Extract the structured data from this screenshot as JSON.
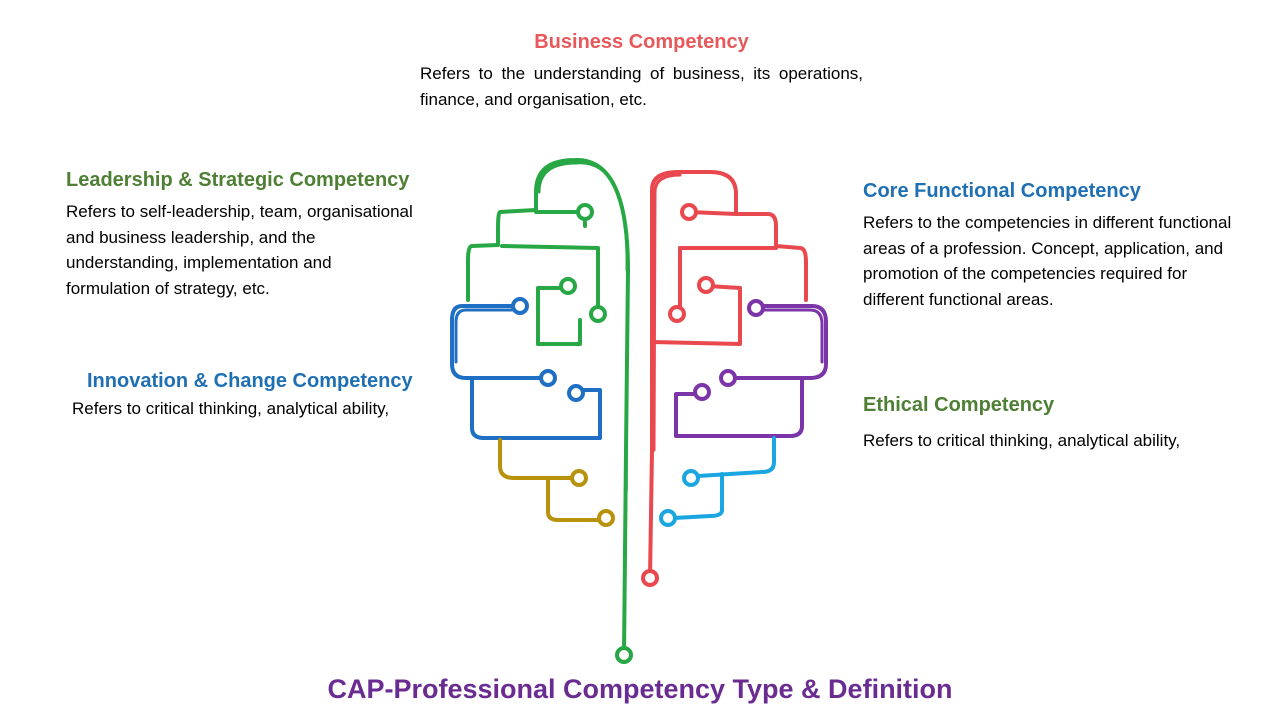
{
  "colors": {
    "business": "#e8585a",
    "leadership": "#4e7f34",
    "core": "#1f6fb3",
    "innovation": "#1f6fb3",
    "ethical": "#4e7f34",
    "caption": "#6a2c91",
    "circuit_green": "#27a845",
    "circuit_red": "#e9484f",
    "circuit_blue": "#1f6fc4",
    "circuit_purple": "#7b35a8",
    "circuit_gold": "#b8920d",
    "circuit_cyan": "#1ba6e2"
  },
  "business": {
    "title": "Business Competency",
    "body": "Refers to the understanding of business, its operations, finance, and organisation, etc."
  },
  "leadership": {
    "title": "Leadership & Strategic Competency",
    "body": "Refers to self-leadership, team, organisational and business leadership, and the understanding, implementation and formulation of strategy, etc."
  },
  "core": {
    "title": "Core Functional Competency",
    "body": "Refers to the competencies in different functional areas of a profession. Concept, application, and promotion of the competencies required for different functional areas."
  },
  "innovation": {
    "title": "Innovation & Change Competency",
    "body": "Refers to critical thinking, analytical ability,"
  },
  "ethical": {
    "title": "Ethical Competency",
    "body": "Refers to critical thinking, analytical ability,"
  },
  "caption": "CAP-Professional Competency Type & Definition"
}
